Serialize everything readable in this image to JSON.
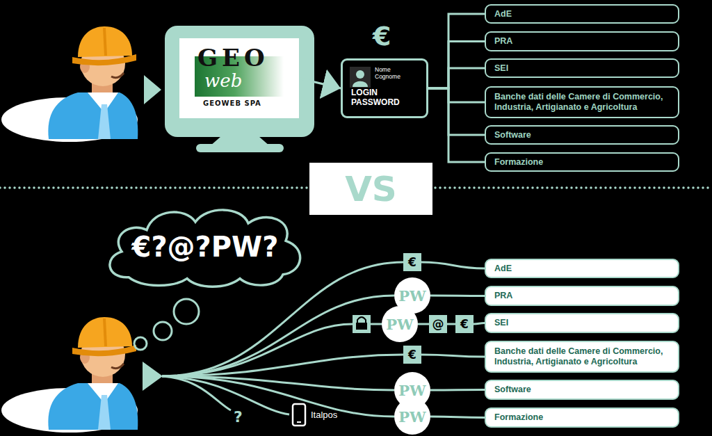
{
  "diagram": {
    "nodes": [
      {
        "text": [
          "GEO",
          "web",
          "GEOWEB SPA"
        ]
      },
      {
        "text": [
          "Nome Cognome",
          "LOGIN PASSWORD"
        ]
      },
      {
        "text": [
          "AdE"
        ]
      },
      {
        "text": [
          "PRA"
        ]
      },
      {
        "text": [
          "SEI"
        ]
      },
      {
        "text": [
          "Banche dati delle Camere di Commercio, Industria, Artigianato e Agricoltura"
        ]
      },
      {
        "text": [
          "Software"
        ]
      },
      {
        "text": [
          "Formazione"
        ]
      },
      {
        "text": [
          "VS"
        ]
      },
      {
        "text": [
          "€?@?PW?"
        ]
      },
      {
        "text": [
          "AdE"
        ]
      },
      {
        "text": [
          "PRA"
        ]
      },
      {
        "text": [
          "SEI"
        ]
      },
      {
        "text": [
          "Banche dati delle Camere di Commercio, Industria, Artigianato e Agricoltura"
        ]
      },
      {
        "text": [
          "Software"
        ]
      },
      {
        "text": [
          "Formazione"
        ]
      },
      {
        "text": [
          "€"
        ]
      },
      {
        "text": [
          "PW"
        ]
      },
      {
        "text": [
          "PW"
        ]
      },
      {
        "text": [
          "@"
        ]
      },
      {
        "text": [
          "€"
        ]
      },
      {
        "text": [
          "€"
        ]
      },
      {
        "text": [
          "PW"
        ]
      },
      {
        "text": [
          "PW"
        ]
      }
    ],
    "edges": [
      {
        "from": 0,
        "to": 1,
        "arrow": "to"
      },
      {
        "from": 1,
        "to": 2,
        "arrow": "none"
      },
      {
        "from": 1,
        "to": 3,
        "arrow": "none"
      },
      {
        "from": 1,
        "to": 4,
        "arrow": "none"
      },
      {
        "from": 1,
        "to": 5,
        "arrow": "none"
      },
      {
        "from": 1,
        "to": 6,
        "arrow": "none"
      },
      {
        "from": 1,
        "to": 7,
        "arrow": "none"
      },
      {
        "from": 16,
        "to": 10,
        "arrow": "none"
      },
      {
        "from": 17,
        "to": 11,
        "arrow": "none"
      },
      {
        "from": 18,
        "to": 19,
        "arrow": "none"
      },
      {
        "from": 19,
        "to": 20,
        "arrow": "none"
      },
      {
        "from": 20,
        "to": 12,
        "arrow": "none"
      },
      {
        "from": 21,
        "to": 13,
        "arrow": "none"
      },
      {
        "from": 22,
        "to": 14,
        "arrow": "none"
      },
      {
        "from": 23,
        "to": 15,
        "arrow": "none"
      }
    ],
    "labels": [
      "€",
      "?",
      "Italpos"
    ]
  }
}
